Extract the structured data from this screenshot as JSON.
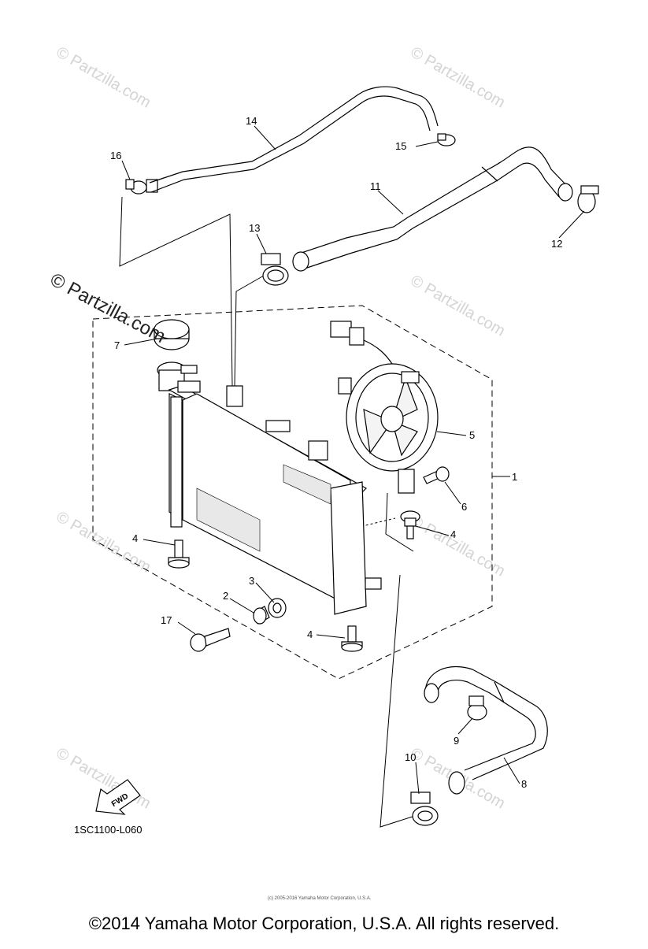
{
  "diagram": {
    "diagram_code": "1SC1100-L060",
    "fwd_label": "FWD",
    "callouts": [
      {
        "id": "1",
        "label": "1"
      },
      {
        "id": "2",
        "label": "2"
      },
      {
        "id": "3",
        "label": "3"
      },
      {
        "id": "4a",
        "label": "4"
      },
      {
        "id": "4b",
        "label": "4"
      },
      {
        "id": "4c",
        "label": "4"
      },
      {
        "id": "5",
        "label": "5"
      },
      {
        "id": "6",
        "label": "6"
      },
      {
        "id": "7",
        "label": "7"
      },
      {
        "id": "8",
        "label": "8"
      },
      {
        "id": "9",
        "label": "9"
      },
      {
        "id": "10",
        "label": "10"
      },
      {
        "id": "11",
        "label": "11"
      },
      {
        "id": "12",
        "label": "12"
      },
      {
        "id": "13",
        "label": "13"
      },
      {
        "id": "14",
        "label": "14"
      },
      {
        "id": "15",
        "label": "15"
      },
      {
        "id": "16",
        "label": "16"
      },
      {
        "id": "17",
        "label": "17"
      }
    ]
  },
  "watermarks": {
    "main": "© Partzilla.com",
    "faint": "© Partzilla.com"
  },
  "fine_print": "(c) 2005-2016 Yamaha Motor Corporation, U.S.A.",
  "footer": {
    "copyright": "©2014 Yamaha Motor Corporation, U.S.A. All rights reserved."
  },
  "colors": {
    "line": "#000000",
    "watermark": "#d4d4d4"
  }
}
